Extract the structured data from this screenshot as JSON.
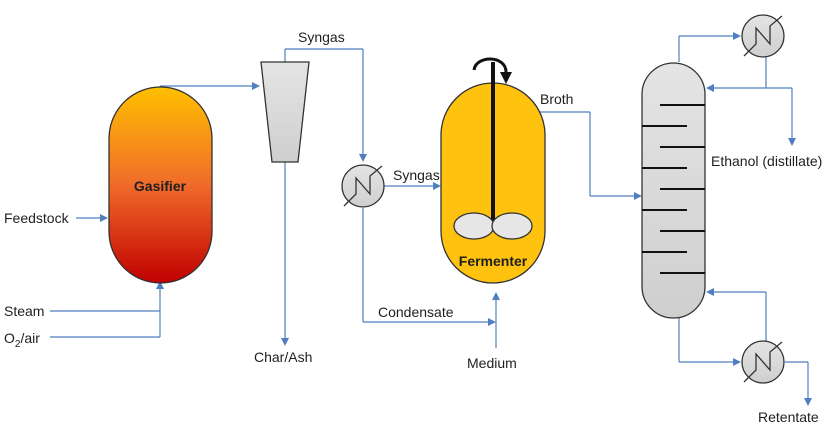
{
  "labels": {
    "feedstock": "Feedstock",
    "steam": "Steam",
    "o2_main": "O",
    "o2_sub": "2",
    "o2_tail": "/air",
    "gasifier": "Gasifier",
    "syngas_top": "Syngas",
    "char_ash": "Char/Ash",
    "syngas_mid": "Syngas",
    "condensate": "Condensate",
    "medium": "Medium",
    "fermenter": "Fermenter",
    "broth": "Broth",
    "ethanol": "Ethanol (distillate)",
    "retentate": "Retentate"
  },
  "colors": {
    "stream_line": "#4f7fbf",
    "gasifier_top": "#ffc000",
    "gasifier_mid": "#f06b2a",
    "gasifier_bottom": "#c00000",
    "fermenter_fill": "#ffc20e",
    "equipment_gray": "#d9d9d9"
  }
}
